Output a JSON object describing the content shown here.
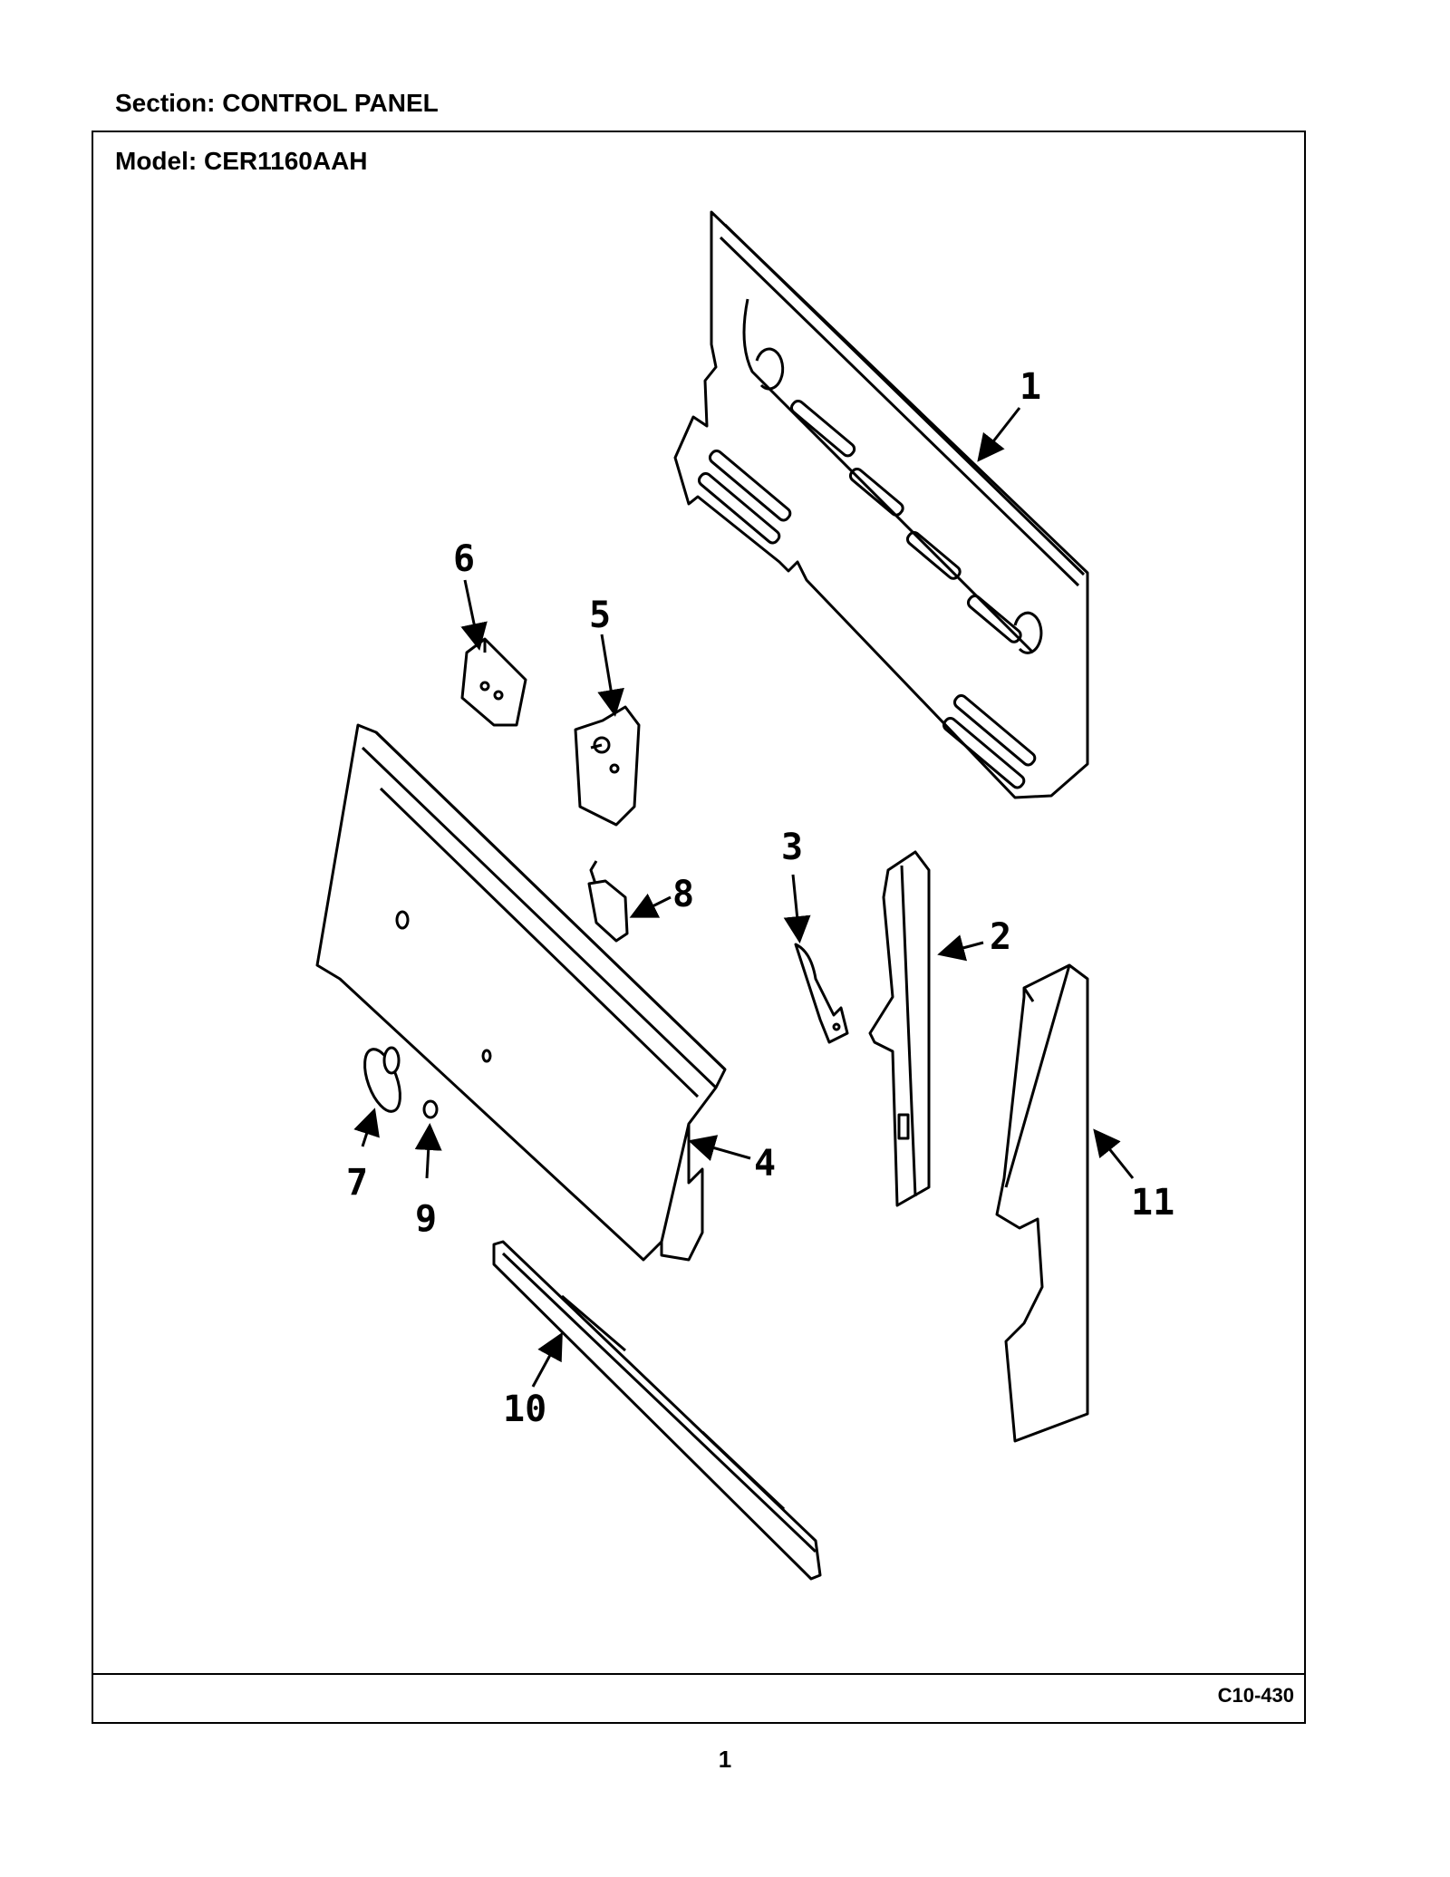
{
  "header": {
    "section": "Section:  CONTROL PANEL"
  },
  "frame": {
    "model": "Model:  CER1160AAH",
    "diagram_code": "C10-430"
  },
  "footer": {
    "page_number": "1"
  },
  "callouts": [
    "1",
    "2",
    "3",
    "4",
    "5",
    "6",
    "7",
    "8",
    "9",
    "10",
    "11"
  ]
}
